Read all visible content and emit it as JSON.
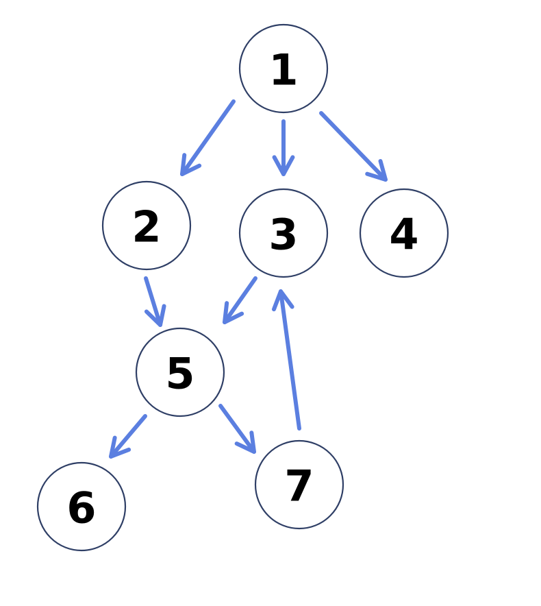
{
  "colors": {
    "edge": "#5b7fe0",
    "node_stroke": "#2f3f66",
    "label": "#000000",
    "background": "#ffffff"
  },
  "nodes": [
    {
      "id": "1",
      "label": "1"
    },
    {
      "id": "2",
      "label": "2"
    },
    {
      "id": "3",
      "label": "3"
    },
    {
      "id": "4",
      "label": "4"
    },
    {
      "id": "5",
      "label": "5"
    },
    {
      "id": "6",
      "label": "6"
    },
    {
      "id": "7",
      "label": "7"
    }
  ],
  "edges": [
    {
      "from": "1",
      "to": "2"
    },
    {
      "from": "1",
      "to": "3"
    },
    {
      "from": "1",
      "to": "4"
    },
    {
      "from": "2",
      "to": "5"
    },
    {
      "from": "3",
      "to": "5"
    },
    {
      "from": "5",
      "to": "6"
    },
    {
      "from": "5",
      "to": "7"
    },
    {
      "from": "7",
      "to": "3"
    }
  ]
}
